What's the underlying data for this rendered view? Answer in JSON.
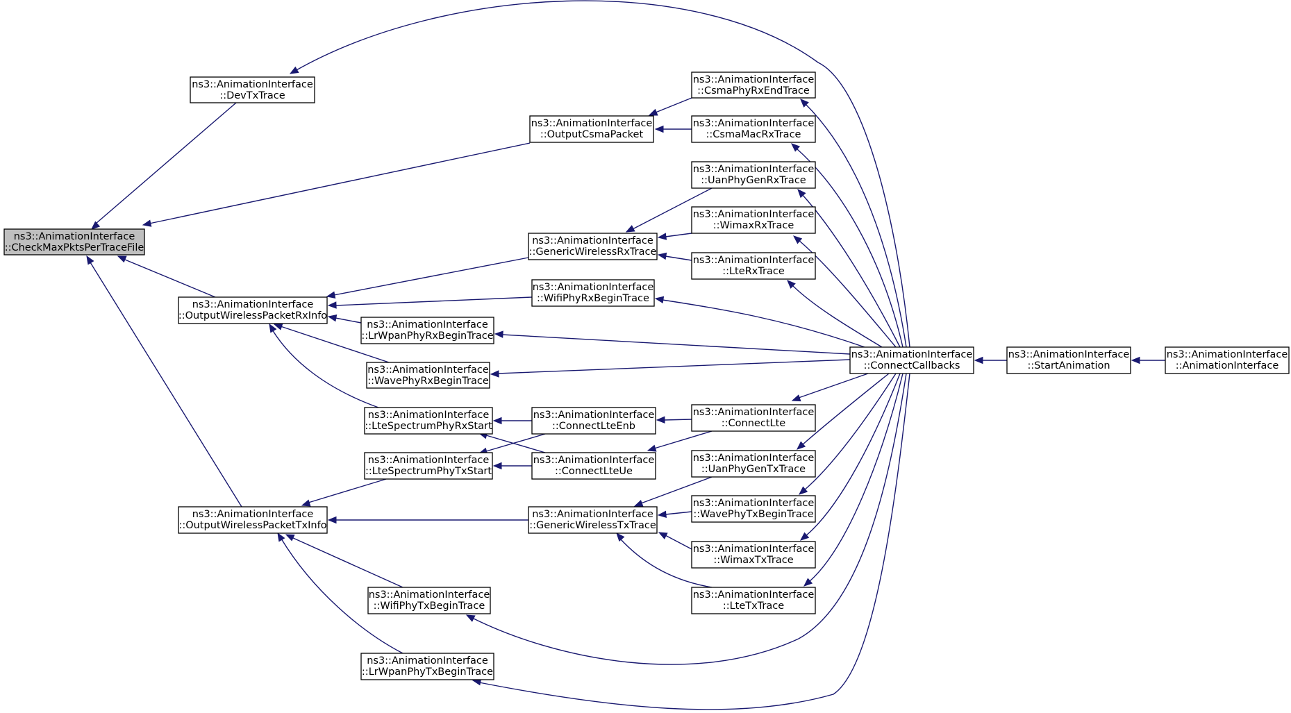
{
  "graph": {
    "type": "caller-graph",
    "colors": {
      "edge": "#191970",
      "node_fill": "#ffffff",
      "root_fill": "#bfbfbf",
      "node_border": "#000000",
      "background": "#ffffff"
    },
    "nodes": [
      {
        "id": "CheckMaxPktsPerTraceFile",
        "line1": "ns3::AnimationInterface",
        "line2": "::CheckMaxPktsPerTraceFile",
        "highlighted": true
      },
      {
        "id": "DevTxTrace",
        "line1": "ns3::AnimationInterface",
        "line2": "::DevTxTrace"
      },
      {
        "id": "OutputCsmaPacket",
        "line1": "ns3::AnimationInterface",
        "line2": "::OutputCsmaPacket"
      },
      {
        "id": "OutputWirelessPacketRxInfo",
        "line1": "ns3::AnimationInterface",
        "line2": "::OutputWirelessPacketRxInfo"
      },
      {
        "id": "OutputWirelessPacketTxInfo",
        "line1": "ns3::AnimationInterface",
        "line2": "::OutputWirelessPacketTxInfo"
      },
      {
        "id": "CsmaPhyRxEndTrace",
        "line1": "ns3::AnimationInterface",
        "line2": "::CsmaPhyRxEndTrace"
      },
      {
        "id": "CsmaMacRxTrace",
        "line1": "ns3::AnimationInterface",
        "line2": "::CsmaMacRxTrace"
      },
      {
        "id": "GenericWirelessRxTrace",
        "line1": "ns3::AnimationInterface",
        "line2": "::GenericWirelessRxTrace"
      },
      {
        "id": "WifiPhyRxBeginTrace",
        "line1": "ns3::AnimationInterface",
        "line2": "::WifiPhyRxBeginTrace"
      },
      {
        "id": "LrWpanPhyRxBeginTrace",
        "line1": "ns3::AnimationInterface",
        "line2": "::LrWpanPhyRxBeginTrace"
      },
      {
        "id": "WavePhyRxBeginTrace",
        "line1": "ns3::AnimationInterface",
        "line2": "::WavePhyRxBeginTrace"
      },
      {
        "id": "LteSpectrumPhyRxStart",
        "line1": "ns3::AnimationInterface",
        "line2": "::LteSpectrumPhyRxStart"
      },
      {
        "id": "LteSpectrumPhyTxStart",
        "line1": "ns3::AnimationInterface",
        "line2": "::LteSpectrumPhyTxStart"
      },
      {
        "id": "ConnectLteEnb",
        "line1": "ns3::AnimationInterface",
        "line2": "::ConnectLteEnb"
      },
      {
        "id": "ConnectLteUe",
        "line1": "ns3::AnimationInterface",
        "line2": "::ConnectLteUe"
      },
      {
        "id": "GenericWirelessTxTrace",
        "line1": "ns3::AnimationInterface",
        "line2": "::GenericWirelessTxTrace"
      },
      {
        "id": "WifiPhyTxBeginTrace",
        "line1": "ns3::AnimationInterface",
        "line2": "::WifiPhyTxBeginTrace"
      },
      {
        "id": "LrWpanPhyTxBeginTrace",
        "line1": "ns3::AnimationInterface",
        "line2": "::LrWpanPhyTxBeginTrace"
      },
      {
        "id": "UanPhyGenRxTrace",
        "line1": "ns3::AnimationInterface",
        "line2": "::UanPhyGenRxTrace"
      },
      {
        "id": "WimaxRxTrace",
        "line1": "ns3::AnimationInterface",
        "line2": "::WimaxRxTrace"
      },
      {
        "id": "LteRxTrace",
        "line1": "ns3::AnimationInterface",
        "line2": "::LteRxTrace"
      },
      {
        "id": "ConnectLte",
        "line1": "ns3::AnimationInterface",
        "line2": "::ConnectLte"
      },
      {
        "id": "UanPhyGenTxTrace",
        "line1": "ns3::AnimationInterface",
        "line2": "::UanPhyGenTxTrace"
      },
      {
        "id": "WavePhyTxBeginTrace",
        "line1": "ns3::AnimationInterface",
        "line2": "::WavePhyTxBeginTrace"
      },
      {
        "id": "WimaxTxTrace",
        "line1": "ns3::AnimationInterface",
        "line2": "::WimaxTxTrace"
      },
      {
        "id": "LteTxTrace",
        "line1": "ns3::AnimationInterface",
        "line2": "::LteTxTrace"
      },
      {
        "id": "ConnectCallbacks",
        "line1": "ns3::AnimationInterface",
        "line2": "::ConnectCallbacks"
      },
      {
        "id": "StartAnimation",
        "line1": "ns3::AnimationInterface",
        "line2": "::StartAnimation"
      },
      {
        "id": "AnimationInterface",
        "line1": "ns3::AnimationInterface",
        "line2": "::AnimationInterface"
      }
    ],
    "edges": [
      {
        "from": "DevTxTrace",
        "to": "CheckMaxPktsPerTraceFile"
      },
      {
        "from": "OutputCsmaPacket",
        "to": "CheckMaxPktsPerTraceFile"
      },
      {
        "from": "OutputWirelessPacketRxInfo",
        "to": "CheckMaxPktsPerTraceFile"
      },
      {
        "from": "OutputWirelessPacketTxInfo",
        "to": "CheckMaxPktsPerTraceFile"
      },
      {
        "from": "ConnectCallbacks",
        "to": "DevTxTrace"
      },
      {
        "from": "CsmaPhyRxEndTrace",
        "to": "OutputCsmaPacket"
      },
      {
        "from": "CsmaMacRxTrace",
        "to": "OutputCsmaPacket"
      },
      {
        "from": "GenericWirelessRxTrace",
        "to": "OutputWirelessPacketRxInfo"
      },
      {
        "from": "WifiPhyRxBeginTrace",
        "to": "OutputWirelessPacketRxInfo"
      },
      {
        "from": "LrWpanPhyRxBeginTrace",
        "to": "OutputWirelessPacketRxInfo"
      },
      {
        "from": "WavePhyRxBeginTrace",
        "to": "OutputWirelessPacketRxInfo"
      },
      {
        "from": "LteSpectrumPhyRxStart",
        "to": "OutputWirelessPacketRxInfo"
      },
      {
        "from": "LteSpectrumPhyTxStart",
        "to": "OutputWirelessPacketTxInfo"
      },
      {
        "from": "GenericWirelessTxTrace",
        "to": "OutputWirelessPacketTxInfo"
      },
      {
        "from": "WifiPhyTxBeginTrace",
        "to": "OutputWirelessPacketTxInfo"
      },
      {
        "from": "LrWpanPhyTxBeginTrace",
        "to": "OutputWirelessPacketTxInfo"
      },
      {
        "from": "UanPhyGenRxTrace",
        "to": "GenericWirelessRxTrace"
      },
      {
        "from": "WimaxRxTrace",
        "to": "GenericWirelessRxTrace"
      },
      {
        "from": "LteRxTrace",
        "to": "GenericWirelessRxTrace"
      },
      {
        "from": "ConnectLteEnb",
        "to": "LteSpectrumPhyRxStart"
      },
      {
        "from": "ConnectLteUe",
        "to": "LteSpectrumPhyRxStart"
      },
      {
        "from": "ConnectLteEnb",
        "to": "LteSpectrumPhyTxStart"
      },
      {
        "from": "ConnectLteUe",
        "to": "LteSpectrumPhyTxStart"
      },
      {
        "from": "ConnectLte",
        "to": "ConnectLteEnb"
      },
      {
        "from": "ConnectLte",
        "to": "ConnectLteUe"
      },
      {
        "from": "UanPhyGenTxTrace",
        "to": "GenericWirelessTxTrace"
      },
      {
        "from": "WavePhyTxBeginTrace",
        "to": "GenericWirelessTxTrace"
      },
      {
        "from": "WimaxTxTrace",
        "to": "GenericWirelessTxTrace"
      },
      {
        "from": "LteTxTrace",
        "to": "GenericWirelessTxTrace"
      },
      {
        "from": "ConnectCallbacks",
        "to": "CsmaPhyRxEndTrace"
      },
      {
        "from": "ConnectCallbacks",
        "to": "CsmaMacRxTrace"
      },
      {
        "from": "ConnectCallbacks",
        "to": "UanPhyGenRxTrace"
      },
      {
        "from": "ConnectCallbacks",
        "to": "WimaxRxTrace"
      },
      {
        "from": "ConnectCallbacks",
        "to": "LteRxTrace"
      },
      {
        "from": "ConnectCallbacks",
        "to": "WifiPhyRxBeginTrace"
      },
      {
        "from": "ConnectCallbacks",
        "to": "LrWpanPhyRxBeginTrace"
      },
      {
        "from": "ConnectCallbacks",
        "to": "WavePhyRxBeginTrace"
      },
      {
        "from": "ConnectCallbacks",
        "to": "ConnectLte"
      },
      {
        "from": "ConnectCallbacks",
        "to": "UanPhyGenTxTrace"
      },
      {
        "from": "ConnectCallbacks",
        "to": "WavePhyTxBeginTrace"
      },
      {
        "from": "ConnectCallbacks",
        "to": "WimaxTxTrace"
      },
      {
        "from": "ConnectCallbacks",
        "to": "LteTxTrace"
      },
      {
        "from": "ConnectCallbacks",
        "to": "WifiPhyTxBeginTrace"
      },
      {
        "from": "ConnectCallbacks",
        "to": "LrWpanPhyTxBeginTrace"
      },
      {
        "from": "StartAnimation",
        "to": "ConnectCallbacks"
      },
      {
        "from": "AnimationInterface",
        "to": "StartAnimation"
      }
    ]
  }
}
